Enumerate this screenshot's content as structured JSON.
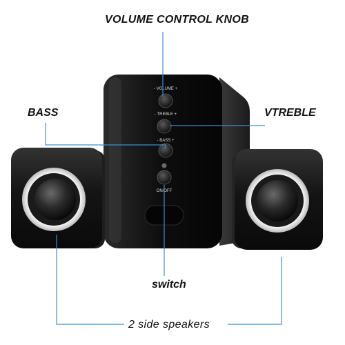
{
  "callouts": {
    "volume": "VOLUME CONTROL KNOB",
    "bass": "BASS",
    "treble": "VTREBLE",
    "switch": "switch",
    "side": "2 side speakers"
  },
  "panel": {
    "volume": "- VOLUME +",
    "treble": "- TREBLE +",
    "bass": "- BASS +",
    "onoff": "ON/OFF"
  },
  "colors": {
    "leader": "#3a8fd6",
    "body": "#1a1a1a",
    "cone_ring": "#f2f2f2"
  }
}
